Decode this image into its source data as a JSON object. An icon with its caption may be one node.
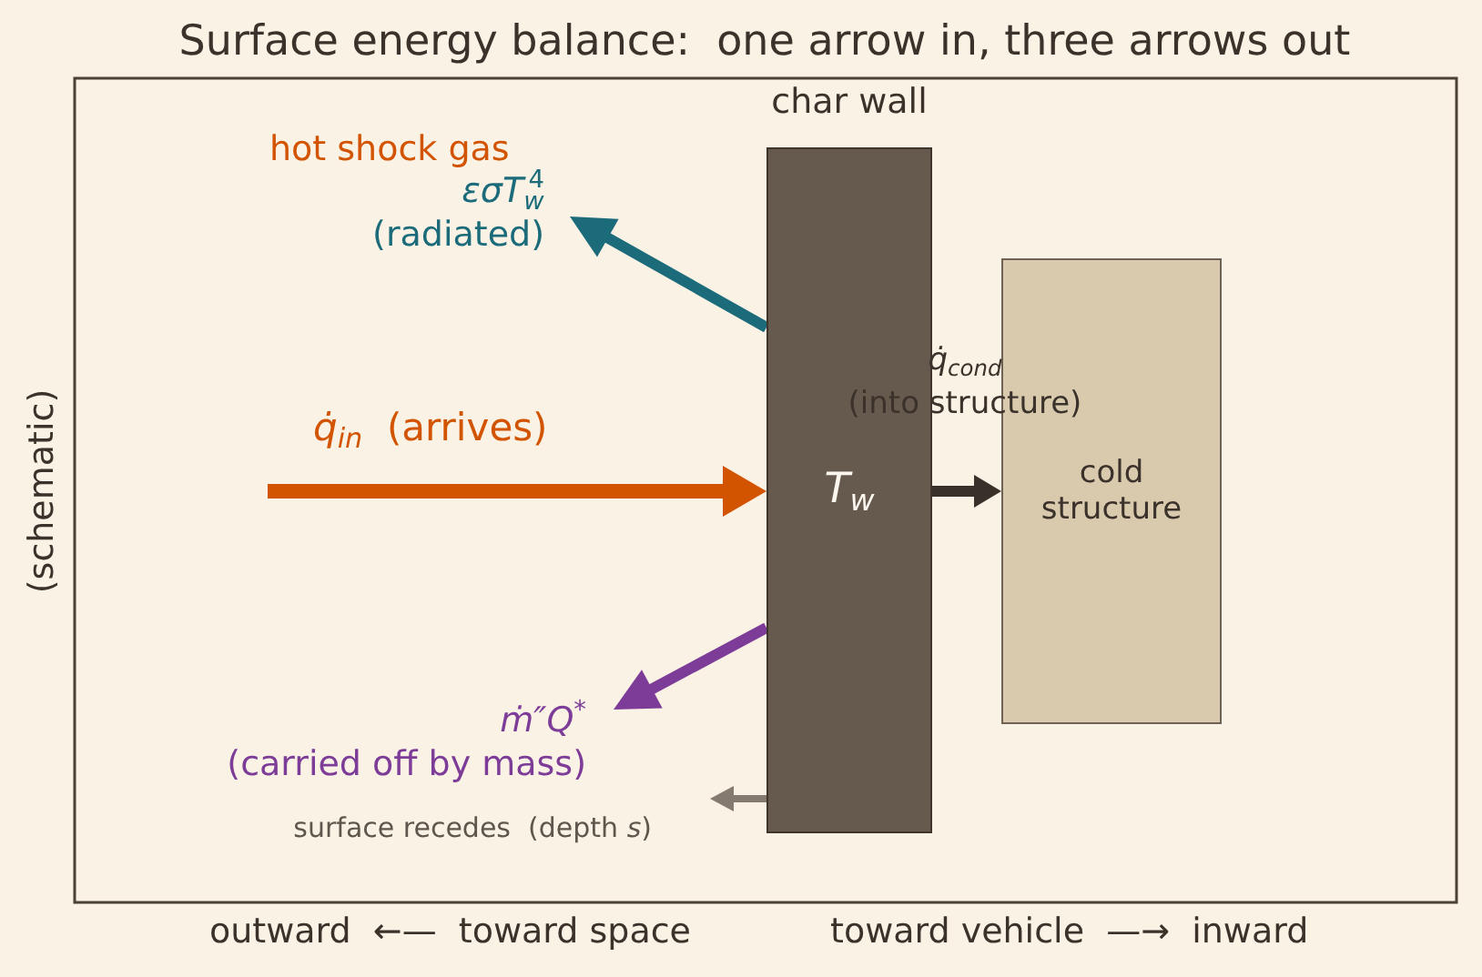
{
  "diagram": {
    "title": "Surface energy balance:  one arrow in, three arrows out",
    "nodes": [
      {
        "text": [
          "char wall",
          "T$_{w}$"
        ]
      },
      {
        "text": [
          "cold structure"
        ]
      }
    ],
    "edges": [
      {
        "from": null,
        "to": 0,
        "arrow": "to",
        "label": "*q̇*$_{in}$  (arrives)",
        "color": "#d35400"
      },
      {
        "from": 0,
        "to": null,
        "arrow": "to",
        "label": "*εσT*$_{w}$$^{4}$ (radiated)",
        "color": "#1b6b7b"
      },
      {
        "from": 0,
        "to": null,
        "arrow": "to",
        "label": "*ṁ″Q*$^{*}$ (carried off by mass)",
        "color": "#7d3c98"
      },
      {
        "from": 0,
        "to": 1,
        "arrow": "to",
        "label": "*q̇*$_{cond}$ (into structure)",
        "color": "#3a302a"
      },
      {
        "from": 0,
        "to": null,
        "arrow": "to",
        "label": "surface recedes  (depth *s*)",
        "color": "#857a6f"
      }
    ],
    "labels": [
      "hot shock gas",
      "(schematic)",
      "outward  ←—  toward space",
      "toward vehicle  —→  inward"
    ]
  }
}
